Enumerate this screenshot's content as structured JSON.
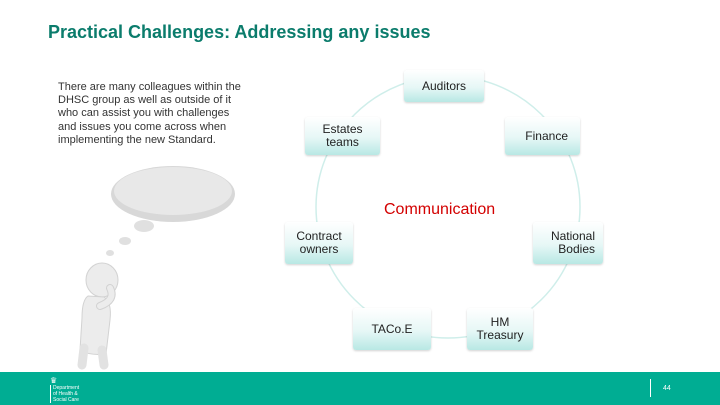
{
  "slide": {
    "title": "Practical Challenges: Addressing any issues",
    "intro": "There are many colleagues within the DHSC group as well as outside of it who can assist you with challenges and issues you come across when implementing the new Standard.",
    "center_label": "Communication",
    "nodes": [
      {
        "id": "auditors",
        "label": "Auditors"
      },
      {
        "id": "estates",
        "label": "Estates teams"
      },
      {
        "id": "finance",
        "label": "Finance"
      },
      {
        "id": "contract",
        "label": "Contract owners"
      },
      {
        "id": "national",
        "label": "National Bodies"
      },
      {
        "id": "taco",
        "label": "TACo.E"
      },
      {
        "id": "hmt",
        "label": "HM Treasury"
      }
    ]
  },
  "footer": {
    "logo_text": "Department\nof Health &\nSocial Care",
    "page_number": "44"
  },
  "colors": {
    "title": "#0b7c6c",
    "accent": "#00ad93",
    "center_label": "#d30000",
    "ring": "#cfeeea"
  }
}
